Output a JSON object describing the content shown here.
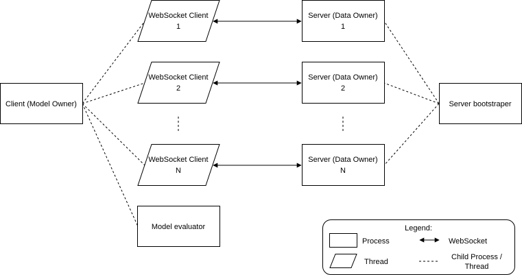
{
  "nodes": {
    "client": "Client (Model Owner)",
    "ws1": [
      "WebSocket Client",
      "1"
    ],
    "ws2": [
      "WebSocket Client",
      "2"
    ],
    "wsN": [
      "WebSocket Client",
      "N"
    ],
    "srv1": [
      "Server (Data Owner)",
      "1"
    ],
    "srv2": [
      "Server (Data Owner)",
      "2"
    ],
    "srvN": [
      "Server (Data Owner)",
      "N"
    ],
    "bootstrapper": "Server bootstraper",
    "evaluator": "Model evaluator"
  },
  "legend": {
    "title": "Legend:",
    "process": "Process",
    "thread": "Thread",
    "websocket": "WebSocket",
    "child_line1": "Child Process /",
    "child_line2": "Thread"
  },
  "colors": {
    "stroke": "#000000",
    "fill": "#ffffff"
  }
}
